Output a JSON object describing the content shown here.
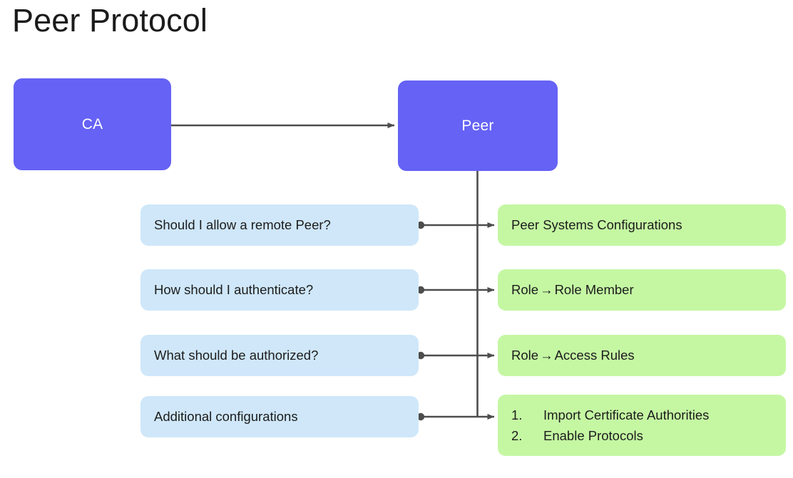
{
  "title": "Peer Protocol",
  "colors": {
    "primary_node": "#6562f5",
    "question_node": "#cfe7f9",
    "answer_node": "#c5f7a3",
    "connector": "#4d4d4d",
    "text_dark": "#1c1c1c",
    "text_light": "#ffffff",
    "background": "#ffffff"
  },
  "nodes": {
    "ca": "CA",
    "peer": "Peer"
  },
  "rows": [
    {
      "question": "Should I allow a remote Peer?",
      "answer": "Peer Systems Configurations"
    },
    {
      "question": "How should I authenticate?",
      "answer_prefix": "Role",
      "answer_arrow": "→",
      "answer_suffix": "Role Member"
    },
    {
      "question": "What should be authorized?",
      "answer_prefix": "Role",
      "answer_arrow": "→",
      "answer_suffix": "Access Rules"
    },
    {
      "question": "Additional configurations",
      "answer_list": [
        {
          "number": "1.",
          "text": "Import Certificate Authorities"
        },
        {
          "number": "2.",
          "text": "Enable Protocols"
        }
      ]
    }
  ]
}
